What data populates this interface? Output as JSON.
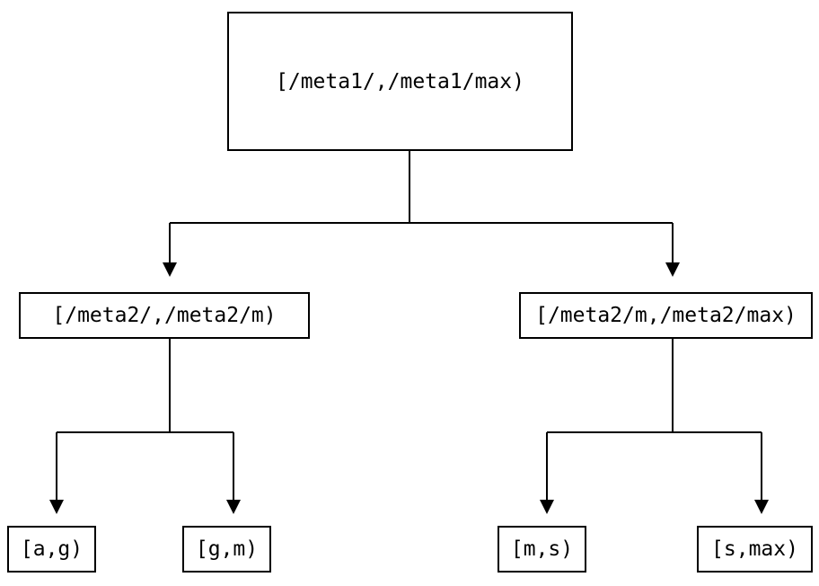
{
  "diagram": {
    "type": "interval-partition-tree",
    "root": {
      "label": "[/meta1/,/meta1/max)"
    },
    "level2": [
      {
        "label": "[/meta2/,/meta2/m)"
      },
      {
        "label": "[/meta2/m,/meta2/max)"
      }
    ],
    "leaves": [
      {
        "label": "[a,g)"
      },
      {
        "label": "[g,m)"
      },
      {
        "label": "[m,s)"
      },
      {
        "label": "[s,max)"
      }
    ],
    "colors": {
      "background": "#ffffff",
      "line": "#000000",
      "box_border": "#000000",
      "text": "#000000"
    }
  }
}
